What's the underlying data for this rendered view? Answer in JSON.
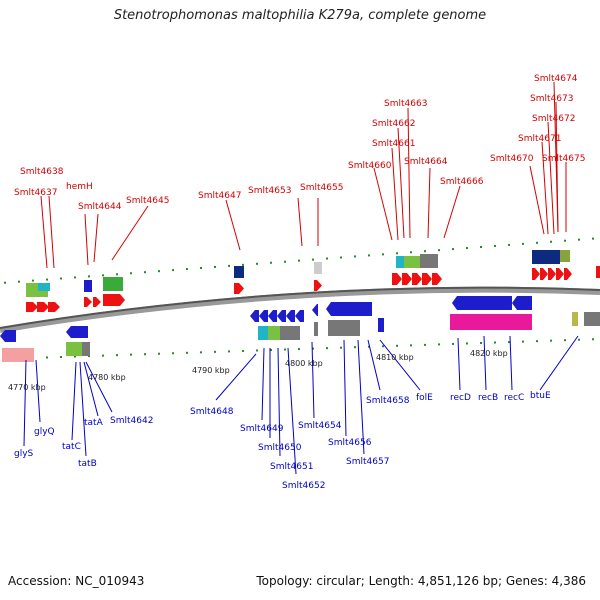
{
  "title": "Stenotrophomonas maltophilia K279a, complete genome",
  "footer": {
    "accession": "Accession: NC_010943",
    "stats": "Topology: circular; Length: 4,851,126 bp; Genes: 4,386"
  },
  "kbp_labels": [
    "4770 kbp",
    "4780 kbp",
    "4790 kbp",
    "4800 kbp",
    "4810 kbp",
    "4820 kbp"
  ],
  "top_genes": [
    "Smlt4638",
    "Smlt4637",
    "hemH",
    "Smlt4644",
    "Smlt4645",
    "Smlt4647",
    "Smlt4653",
    "Smlt4655",
    "Smlt4660",
    "Smlt4661",
    "Smlt4662",
    "Smlt4663",
    "Smlt4664",
    "Smlt4666",
    "Smlt4670",
    "Smlt4671",
    "Smlt4672",
    "Smlt4673",
    "Smlt4674",
    "Smlt4675"
  ],
  "bottom_genes": [
    "glyS",
    "glyQ",
    "tatC",
    "tatB",
    "tatA",
    "Smlt4642",
    "Smlt4648",
    "Smlt4649",
    "Smlt4650",
    "Smlt4651",
    "Smlt4652",
    "Smlt4654",
    "Smlt4656",
    "Smlt4657",
    "Smlt4658",
    "folE",
    "recD",
    "recB",
    "recC",
    "btuE"
  ]
}
